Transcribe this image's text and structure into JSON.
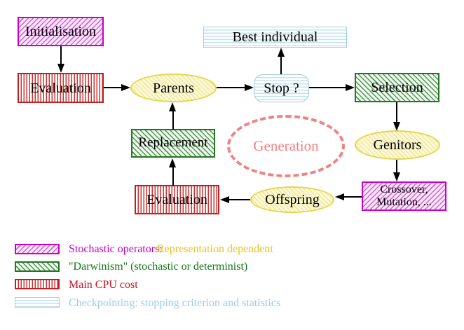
{
  "nodes": {
    "initialisation": "Initialisation",
    "evaluation_top": "Evaluation",
    "parents": "Parents",
    "best_individual": "Best individual",
    "stop": "Stop ?",
    "selection": "Selection",
    "replacement": "Replacement",
    "generation": "Generation",
    "genitors": "Genitors",
    "crossover_line1": "Crossover,",
    "crossover_line2": "Mutation, ...",
    "offspring": "Offspring",
    "evaluation_bottom": "Evaluation"
  },
  "legend": {
    "rows": [
      {
        "swatch": "magenta-diagonal-hatch",
        "label": "Stochastic operators:",
        "label2": "Representation dependent"
      },
      {
        "swatch": "green-diagonal-hatch",
        "label": "\"Darwinism\" (stochastic or determinist)"
      },
      {
        "swatch": "red-vertical-stripes",
        "label": "Main CPU cost"
      },
      {
        "swatch": "cyan-horizontal-stripes",
        "label": "Checkpointing: stopping criterion and statistics"
      }
    ]
  },
  "colors": {
    "magenta": "#c800c8",
    "red": "#bb2222",
    "green": "#1e781e",
    "yellow": "#e6d64e",
    "cyan": "#9fcede",
    "coral": "#ef8282",
    "gold_text": "#e6c41c",
    "green_text": "#117711",
    "red_text": "#cc1122",
    "blue_text": "#9bcbe6",
    "arrow": "#000000"
  }
}
